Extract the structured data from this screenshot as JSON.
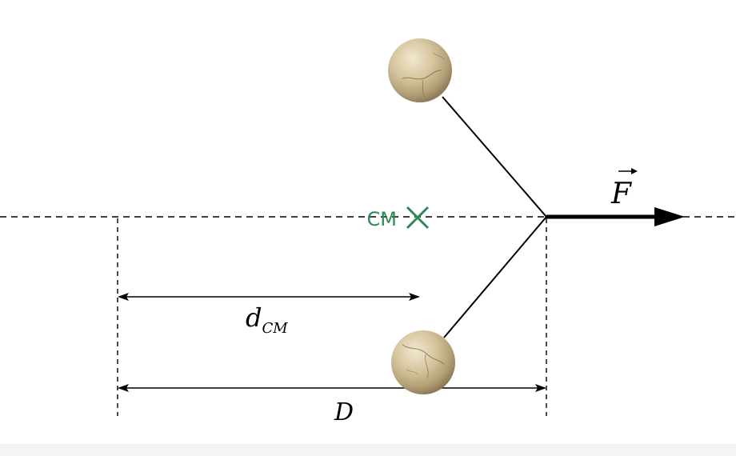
{
  "diagram": {
    "cm_label": "CM",
    "force_symbol": "F",
    "d_cm_main": "d",
    "d_cm_sub": "CM",
    "D_label": "D",
    "colors": {
      "line": "#000000",
      "cm": "#2e8b57",
      "ball_light": "#ece2c8",
      "ball_mid": "#cdbb92",
      "ball_dark": "#8f7d5a",
      "crack": "#6e5d40",
      "footer_band": "#f4f4f4"
    }
  }
}
